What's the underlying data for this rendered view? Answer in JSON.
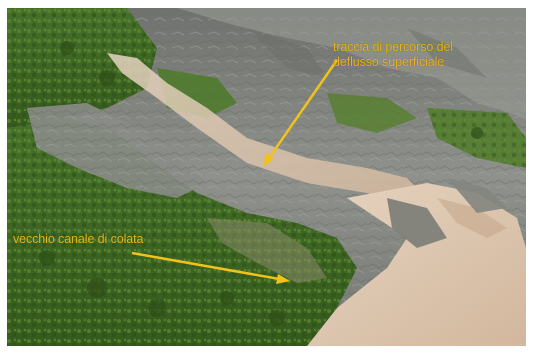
{
  "photo": {
    "subject": "mountain-slope-with-debris-flow-channels",
    "colors": {
      "grass": "#4f7a28",
      "rock": "#8e8e88",
      "debris": "#dcc7b1",
      "annotation": "#e8b21a"
    }
  },
  "annotations": {
    "upper_label_line1": "traccia di percorso del",
    "upper_label_line2": "deflusso superficiale",
    "lower_label": "vecchio canale di colata"
  }
}
